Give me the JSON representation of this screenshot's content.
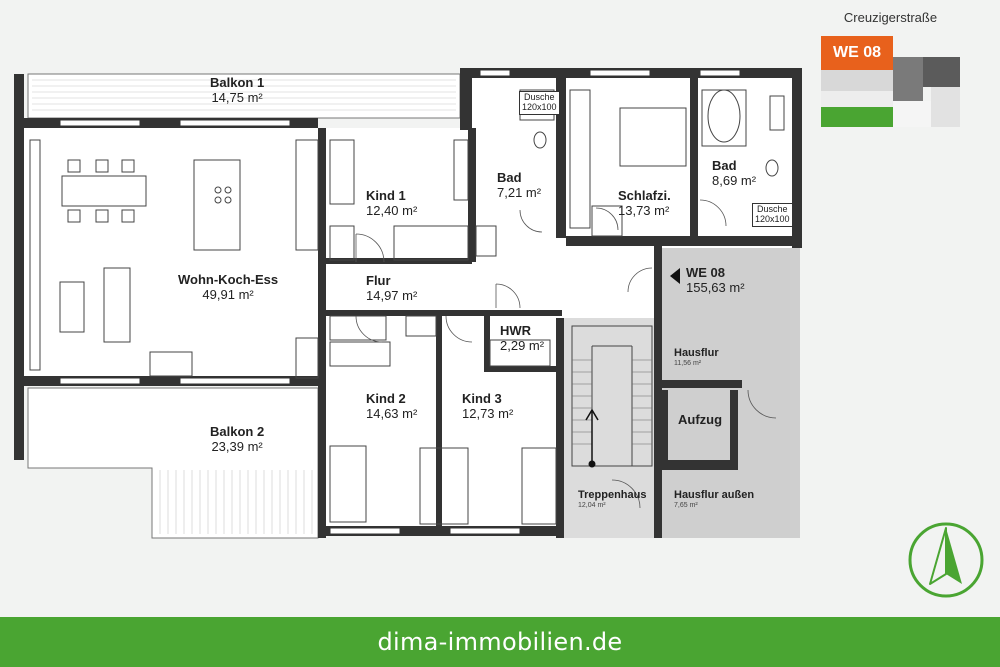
{
  "keyplan": {
    "street": "Creuzigerstraße",
    "unit_badge": "WE 08"
  },
  "rooms": {
    "balkon1": {
      "name": "Balkon 1",
      "area": "14,75 m²"
    },
    "balkon2": {
      "name": "Balkon 2",
      "area": "23,39 m²"
    },
    "wohn": {
      "name": "Wohn-Koch-Ess",
      "area": "49,91 m²"
    },
    "kind1": {
      "name": "Kind 1",
      "area": "12,40 m²"
    },
    "bad1": {
      "name": "Bad",
      "area": "7,21 m²"
    },
    "schlafzi": {
      "name": "Schlafzi.",
      "area": "13,73 m²"
    },
    "bad2": {
      "name": "Bad",
      "area": "8,69 m²"
    },
    "flur": {
      "name": "Flur",
      "area": "14,97 m²"
    },
    "we08": {
      "name": "WE 08",
      "area": "155,63 m²"
    },
    "hwr": {
      "name": "HWR",
      "area": "2,29 m²"
    },
    "kind2": {
      "name": "Kind 2",
      "area": "14,63 m²"
    },
    "kind3": {
      "name": "Kind 3",
      "area": "12,73 m²"
    },
    "hausflur": {
      "name": "Hausflur",
      "area": "11,56 m²"
    },
    "aufzug": {
      "name": "Aufzug"
    },
    "treppenhaus": {
      "name": "Treppenhaus",
      "area": "12,04 m²"
    },
    "hausflur_aussen": {
      "name": "Hausflur außen",
      "area": "7,65 m²"
    }
  },
  "showers": {
    "bad1": {
      "label": "Dusche",
      "size": "120x100"
    },
    "bad2": {
      "label": "Dusche",
      "size": "120x100"
    }
  },
  "colors": {
    "wall": "#333333",
    "floor": "#ffffff",
    "common_area": "#cfcfcf",
    "accent_orange": "#e8611c",
    "brand_green": "#4aa532"
  },
  "footer": {
    "website": "dima-immobilien.de"
  }
}
